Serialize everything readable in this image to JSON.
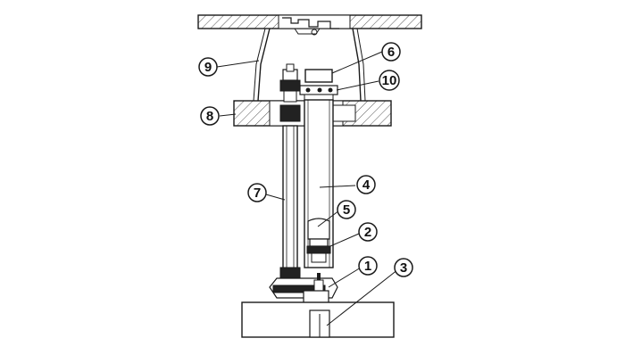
{
  "callouts": [
    {
      "id": "1",
      "label": "1"
    },
    {
      "id": "2",
      "label": "2"
    },
    {
      "id": "3",
      "label": "3"
    },
    {
      "id": "4",
      "label": "4"
    },
    {
      "id": "5",
      "label": "5"
    },
    {
      "id": "6",
      "label": "6"
    },
    {
      "id": "7",
      "label": "7"
    },
    {
      "id": "8",
      "label": "8"
    },
    {
      "id": "9",
      "label": "9"
    },
    {
      "id": "10",
      "label": "10"
    }
  ],
  "colors": {
    "line": "#1a1a1a",
    "hatch": "#555555",
    "fill_dark": "#222222",
    "fill_light": "#f4f4f4"
  }
}
